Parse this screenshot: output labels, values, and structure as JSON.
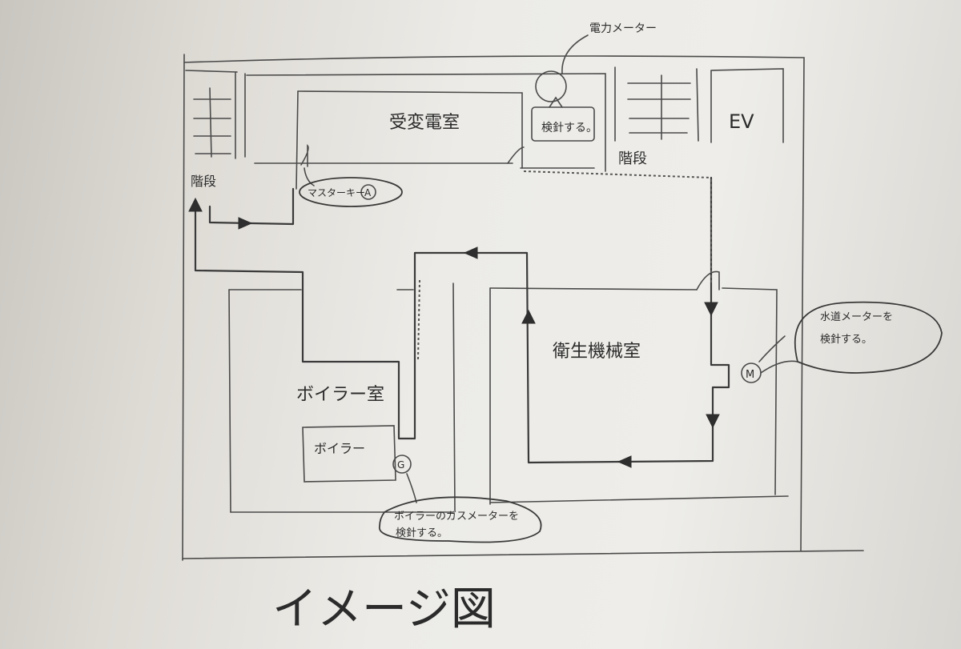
{
  "rooms": {
    "substation": "受変電室",
    "sanitary": "衛生機械室",
    "boiler_room": "ボイラー室",
    "boiler": "ボイラー",
    "ev": "EV"
  },
  "stairs": {
    "left": "階段",
    "right": "階段"
  },
  "meters": {
    "power_meter_label": "電力メーター",
    "gas_symbol": "G",
    "water_symbol": "M",
    "key_symbol": "A"
  },
  "notes": {
    "power_check": "検針する。",
    "master_key": "マスターキー",
    "water_check_line1": "水道メーターを",
    "water_check_line2": "検針する。",
    "gas_check_line1": "ボイラーのガスメーターを",
    "gas_check_line2": "検針する。"
  },
  "caption": "イメージ図"
}
